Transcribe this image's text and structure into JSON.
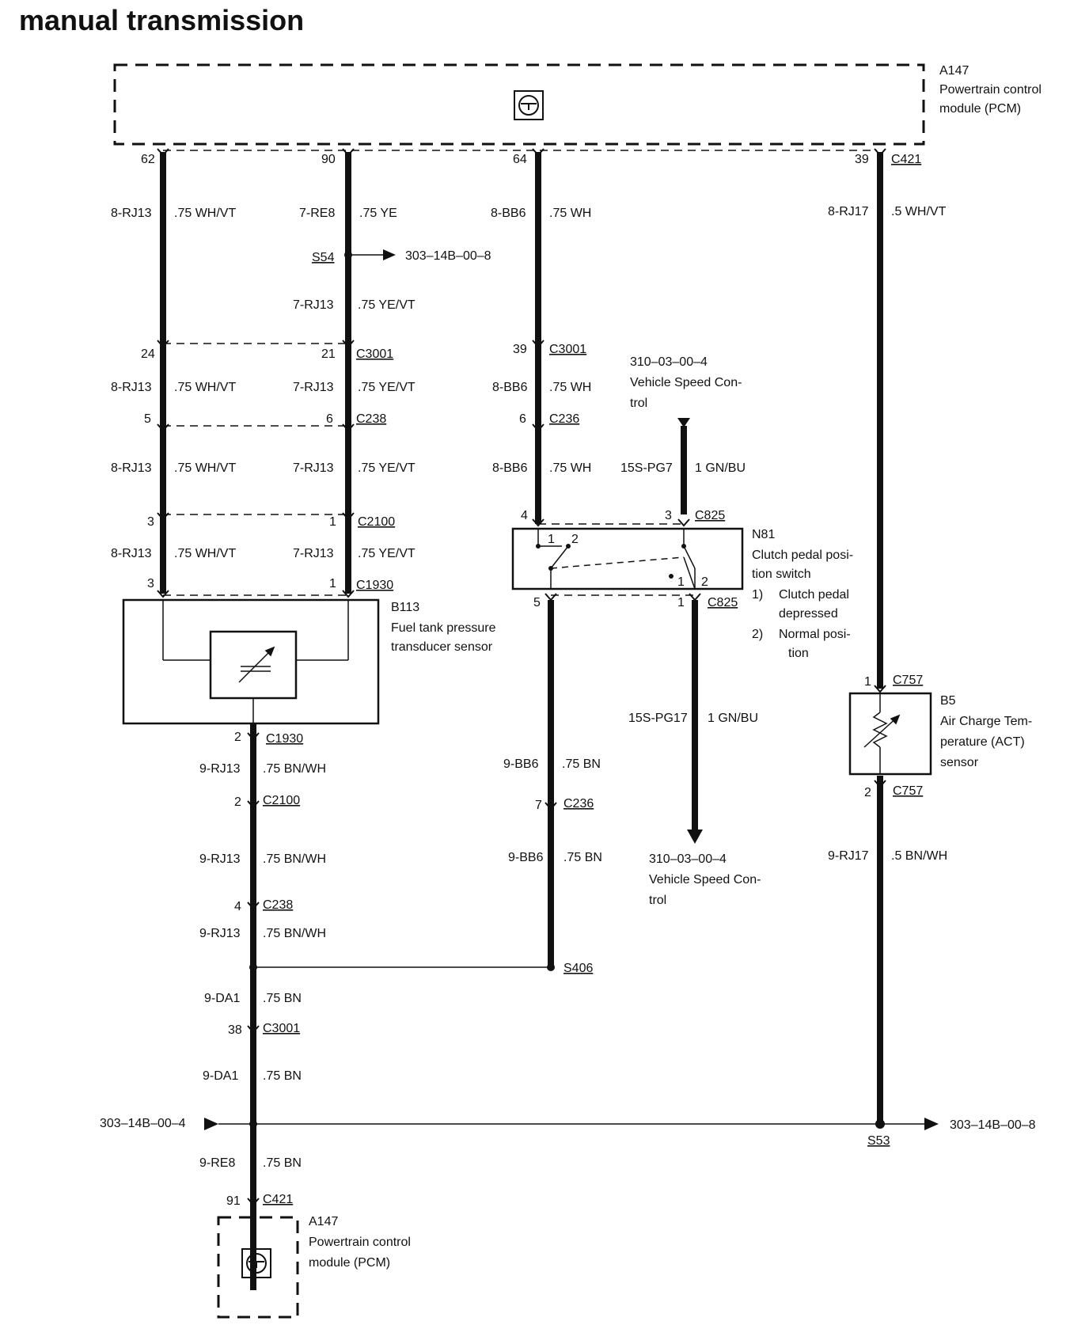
{
  "title": "manual transmission",
  "components": {
    "pcm_top": {
      "id": "A147",
      "line1": "Powertrain control",
      "line2": "module (PCM)"
    },
    "pcm_bottom": {
      "id": "A147",
      "line1": "Powertrain control",
      "line2": "module (PCM)"
    },
    "b113": {
      "id": "B113",
      "line1": "Fuel tank pressure",
      "line2": "transducer sensor"
    },
    "n81": {
      "id": "N81",
      "line1": "Clutch pedal posi-",
      "line2": "tion switch",
      "note1_num": "1)",
      "note1_a": "Clutch pedal",
      "note1_b": "depressed",
      "note2_num": "2)",
      "note2_a": "Normal posi-",
      "note2_b": "tion"
    },
    "b5": {
      "id": "B5",
      "line1": "Air Charge Tem-",
      "line2": "perature (ACT)",
      "line3": "sensor"
    }
  },
  "pins": {
    "p62": "62",
    "p90": "90",
    "p64": "64",
    "p39a": "39",
    "p24": "24",
    "p21": "21",
    "p39b": "39",
    "p5a": "5",
    "p6a": "6",
    "p6b": "6",
    "p3a": "3",
    "p1a": "1",
    "p4a": "4",
    "p3b": "3",
    "p3c": "3",
    "p1b": "1",
    "p5b": "5",
    "p1c": "1",
    "sw1": "1",
    "sw2": "2",
    "sw1b": "1",
    "sw2b": "2",
    "p2a": "2",
    "p2b": "2",
    "p7": "7",
    "p4b": "4",
    "p38": "38",
    "p1d": "1",
    "p2c": "2",
    "p91": "91"
  },
  "connectors": {
    "c421a": "C421",
    "c3001a": "C3001",
    "c3001b": "C3001",
    "c238a": "C238",
    "c236a": "C236",
    "c2100a": "C2100",
    "c825a": "C825",
    "c1930a": "C1930",
    "c825b": "C825",
    "c1930b": "C1930",
    "c2100b": "C2100",
    "c236b": "C236",
    "c238b": "C238",
    "c3001c": "C3001",
    "c757a": "C757",
    "c757b": "C757",
    "c421b": "C421"
  },
  "splices": {
    "s54": "S54",
    "s406": "S406",
    "s53": "S53"
  },
  "references": {
    "ref_s54": "303–14B–00–8",
    "ref_vsc_top": "310–03–00–4",
    "ref_vsc_top_a": "Vehicle Speed Con-",
    "ref_vsc_top_b": "trol",
    "ref_vsc_bot": "310–03–00–4",
    "ref_vsc_bot_a": "Vehicle Speed Con-",
    "ref_vsc_bot_b": "trol",
    "ref_left": "303–14B–00–4",
    "ref_right": "303–14B–00–8"
  },
  "wires": {
    "w1_circuit": "8-RJ13",
    "w1_gauge": ".75 WH/VT",
    "w2_circuit": "7-RE8",
    "w2_gauge": ".75 YE",
    "w3_circuit": "8-BB6",
    "w3_gauge": ".75 WH",
    "w4_circuit": "8-RJ17",
    "w4_gauge": ".5 WH/VT",
    "w5_circuit": "7-RJ13",
    "w5_gauge": ".75 YE/VT",
    "w6_circuit": "8-RJ13",
    "w6_gauge": ".75 WH/VT",
    "w7_circuit": "7-RJ13",
    "w7_gauge": ".75 YE/VT",
    "w8_circuit": "8-BB6",
    "w8_gauge": ".75 WH",
    "w9_circuit": "8-RJ13",
    "w9_gauge": ".75 WH/VT",
    "w10_circuit": "7-RJ13",
    "w10_gauge": ".75 YE/VT",
    "w11_circuit": "8-BB6",
    "w11_gauge": ".75 WH",
    "w12_circuit": "15S-PG7",
    "w12_gauge": "1 GN/BU",
    "w13_circuit": "8-RJ13",
    "w13_gauge": ".75 WH/VT",
    "w14_circuit": "7-RJ13",
    "w14_gauge": ".75 YE/VT",
    "w15_circuit": "15S-PG17",
    "w15_gauge": "1 GN/BU",
    "w16_circuit": "9-RJ13",
    "w16_gauge": ".75 BN/WH",
    "w17_circuit": "9-BB6",
    "w17_gauge": ".75 BN",
    "w18_circuit": "9-RJ13",
    "w18_gauge": ".75 BN/WH",
    "w19_circuit": "9-BB6",
    "w19_gauge": ".75 BN",
    "w20_circuit": "9-RJ17",
    "w20_gauge": ".5 BN/WH",
    "w21_circuit": "9-RJ13",
    "w21_gauge": ".75 BN/WH",
    "w22_circuit": "9-DA1",
    "w22_gauge": ".75 BN",
    "w23_circuit": "9-DA1",
    "w23_gauge": ".75 BN",
    "w24_circuit": "9-RE8",
    "w24_gauge": ".75 BN"
  }
}
